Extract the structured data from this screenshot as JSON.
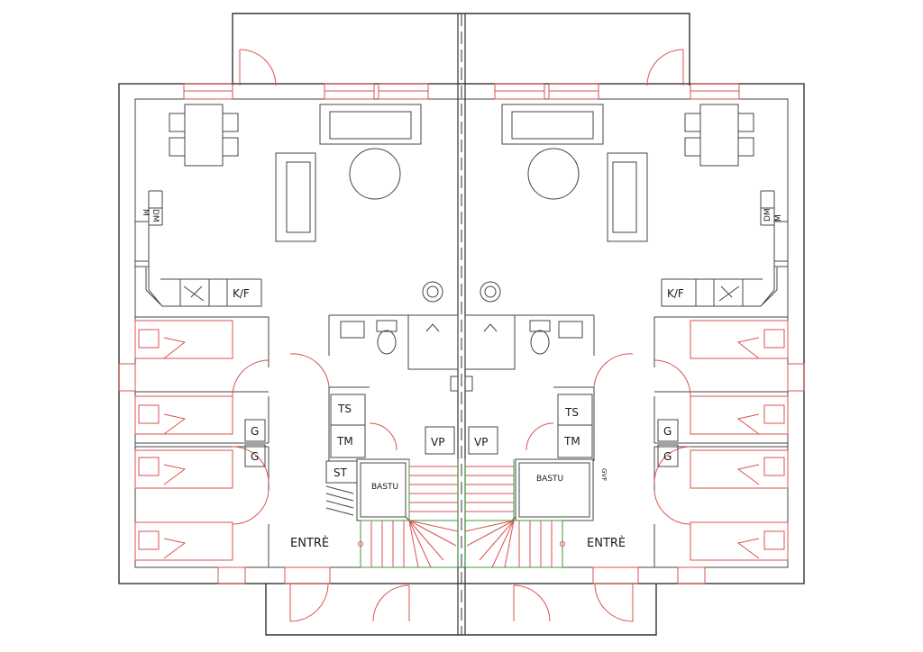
{
  "labels": {
    "entre": "ENTRÈ",
    "bastu": "BASTU",
    "ts": "TS",
    "tm": "TM",
    "st": "ST",
    "vp": "VP",
    "g": "G",
    "kf": "K/F",
    "m": "M",
    "dm": "DM",
    "gvf": "GVF",
    "stair_up": "^"
  },
  "colors": {
    "wall": "#333333",
    "fixture": "#d9534f",
    "stair": "#3c9a3c"
  }
}
